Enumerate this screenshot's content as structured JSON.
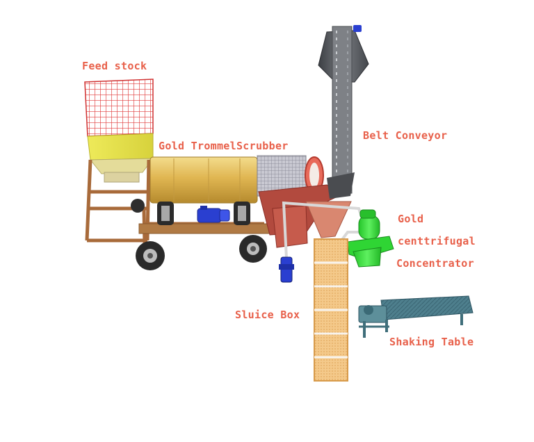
{
  "labels": {
    "feed_stock": "Feed stock",
    "trommel_scrubber": "Gold TrommelScrubber",
    "belt_conveyor": "Belt Conveyor",
    "centrifugal_line1": "Gold",
    "centrifugal_line2": "centtrifugal",
    "centrifugal_line3": "Concentrator",
    "sluice_box": "Sluice Box",
    "shaking_table": "Shaking Table"
  },
  "colors": {
    "label_text": "#e8604a",
    "hopper_yellow": "#e8e44a",
    "trommel_gold": "#d9b04a",
    "frame_brown": "#a86a3a",
    "screen_grey": "#a9a9b5",
    "chute_red": "#b24a3e",
    "motor_blue": "#2a3fd0",
    "concentrator_green": "#35e03a",
    "sluice_orange": "#f2c47a",
    "table_teal": "#4f8a94",
    "conveyor_grey": "#6a6d72"
  }
}
